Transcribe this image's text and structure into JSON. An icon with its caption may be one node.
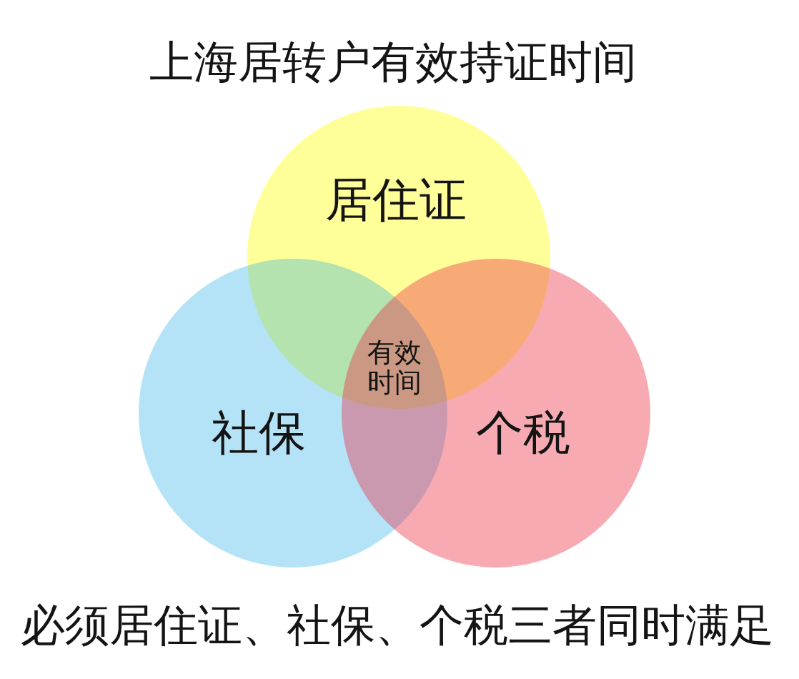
{
  "diagram": {
    "title": "上海居转户有效持证时间",
    "caption": "必须居住证、社保、个税三者同时满足",
    "nodes": [
      {
        "text": [
          "居住证"
        ]
      },
      {
        "text": [
          "社保"
        ]
      },
      {
        "text": [
          "个税"
        ]
      }
    ],
    "labels": [
      "有效时间"
    ]
  }
}
